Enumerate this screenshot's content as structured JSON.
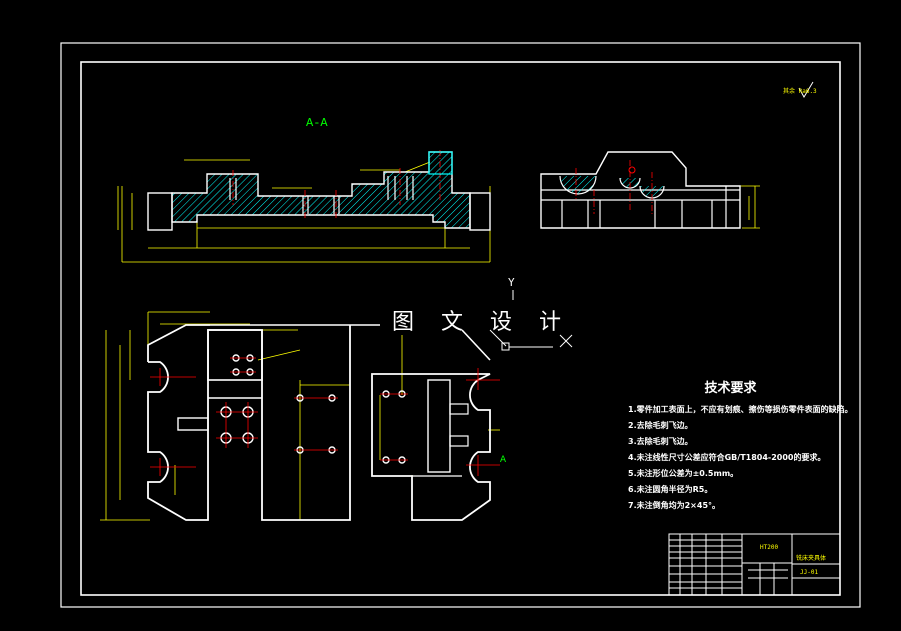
{
  "watermark": "图 文 设 计",
  "section_label": "A-A",
  "view_marker": "A",
  "ucs_axis_label": "Y",
  "roughness_note": "其余 Ra6.3",
  "tech_requirements": {
    "title": "技术要求",
    "items": [
      "1.零件加工表面上，不应有划痕、擦伤等损伤零件表面的缺陷。",
      "2.去除毛刺飞边。",
      "3.去除毛刺飞边。",
      "4.未注线性尺寸公差应符合GB/T1804-2000的要求。",
      "5.未注形位公差为±0.5mm。",
      "6.未注圆角半径为R5。",
      "7.未注倒角均为2×45°。"
    ]
  },
  "title_block": {
    "material": "HT200",
    "drawing_name": "铣床夹具体",
    "drawing_no": "JJ-01"
  },
  "colors": {
    "background": "#000000",
    "frame": "#ffffff",
    "dimension": "#ffff00",
    "hatch": "#00ffff",
    "center": "#ff0000",
    "label": "#00ff00"
  }
}
